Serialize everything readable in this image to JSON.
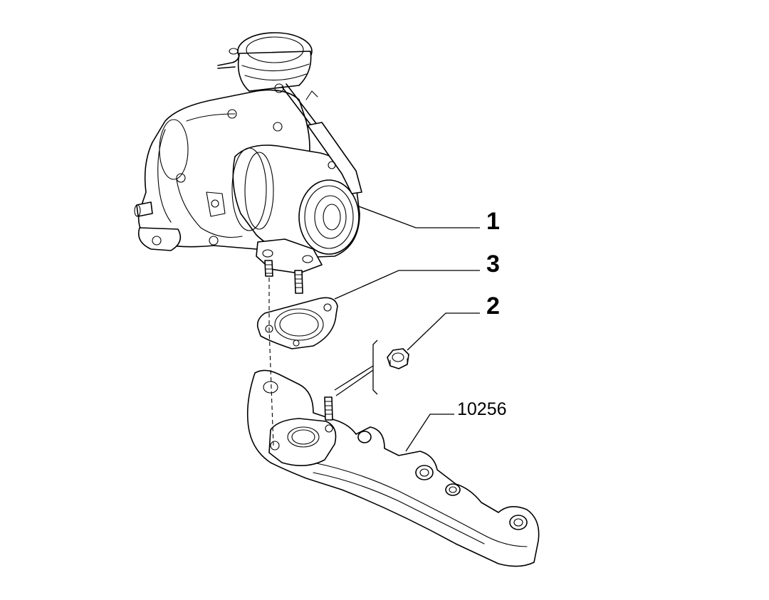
{
  "callouts": {
    "turbocharger": "1",
    "gasket": "3",
    "nut": "2",
    "manifold_ref": "10256"
  }
}
